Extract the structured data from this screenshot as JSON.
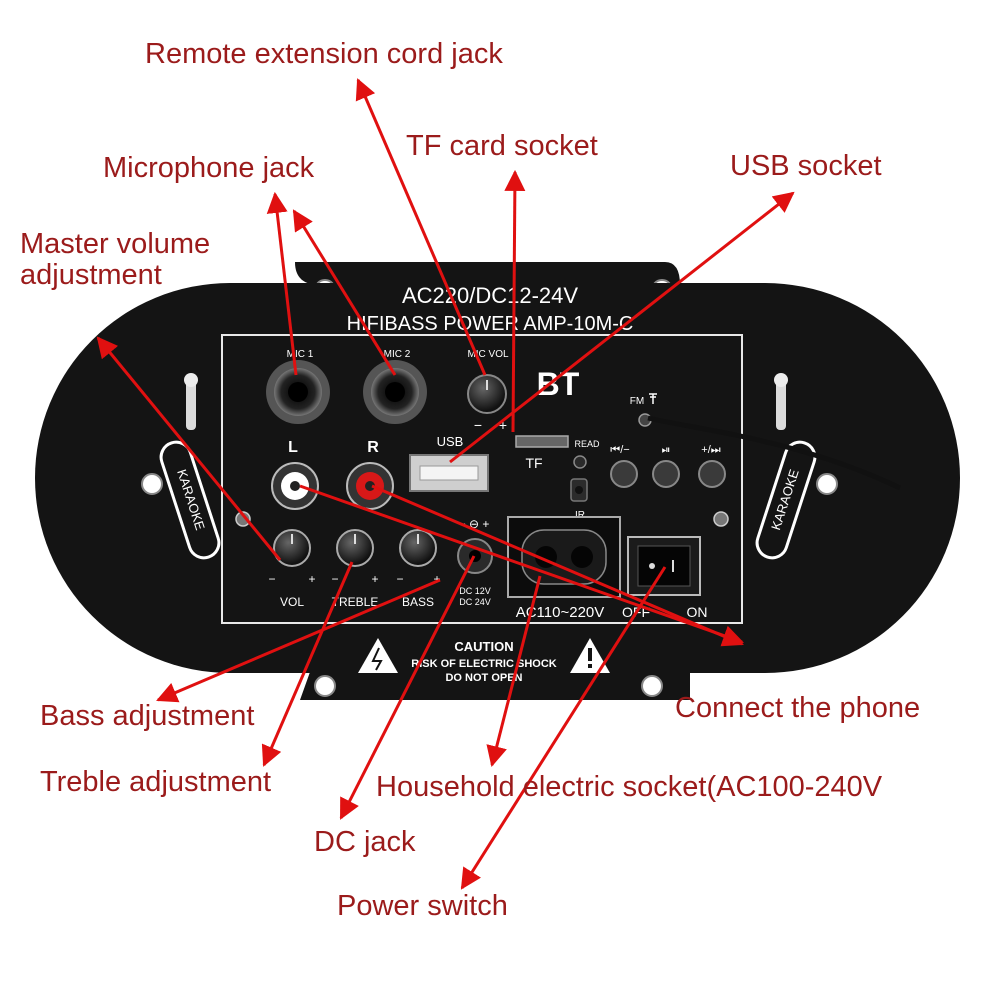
{
  "callouts": {
    "remote": "Remote extension cord jack",
    "tf": "TF card socket",
    "usb": "USB socket",
    "mic": "Microphone jack",
    "master_line1": "Master volume",
    "master_line2": "adjustment",
    "bass": "Bass adjustment",
    "treble": "Treble adjustment",
    "dc": "DC jack",
    "power": "Power switch",
    "phone": "Connect the phone",
    "household": "Household electric socket(AC100-240V"
  },
  "panel": {
    "title1": "AC220/DC12-24V",
    "title2": "HIFIBASS POWER AMP-10M-C",
    "mic1": "MIC 1",
    "mic2": "MIC 2",
    "micvol": "MIC VOL",
    "bt": "BT",
    "fm": "FM",
    "usb": "USB",
    "tf": "TF",
    "read": "READ",
    "ir": "IR",
    "prev": "⏮/−",
    "play": "⏯",
    "next": "+/⏭",
    "l": "L",
    "r": "R",
    "vol": "VOL",
    "treble": "TREBLE",
    "bass": "BASS",
    "dc_line1": "DC 12V",
    "dc_line2": "DC 24V",
    "ac": "AC110~220V",
    "off": "OFF",
    "on": "ON",
    "karaoke": "KARAOKE",
    "caution1": "CAUTION",
    "caution2": "RISK OF ELECTRIC SHOCK",
    "caution3": "DO NOT OPEN",
    "minus": "−",
    "plus": "+"
  },
  "colors": {
    "arrow": "#e01010",
    "label": "#9b1b1b",
    "panel": "#111111"
  }
}
